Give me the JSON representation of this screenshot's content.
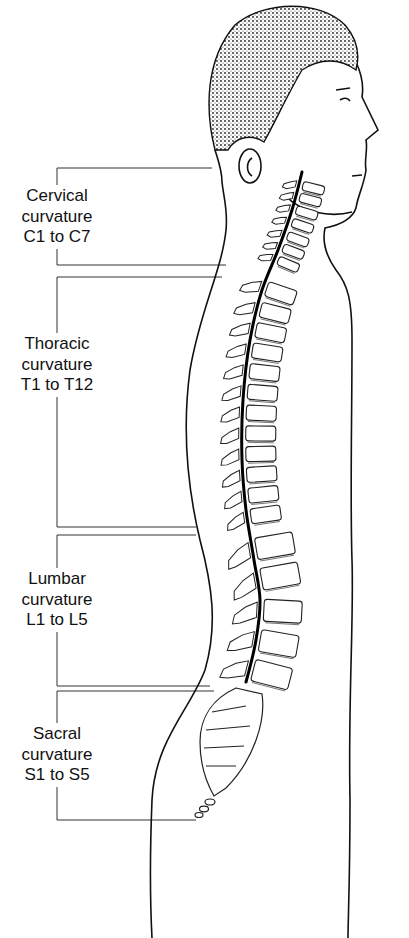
{
  "diagram": {
    "labels": [
      "Cervical curvature C1 to C7",
      "Thoracic curvature T1 to T12",
      "Lumbar curvature L1 to L5",
      "Sacral curvature S1 to S5"
    ]
  }
}
